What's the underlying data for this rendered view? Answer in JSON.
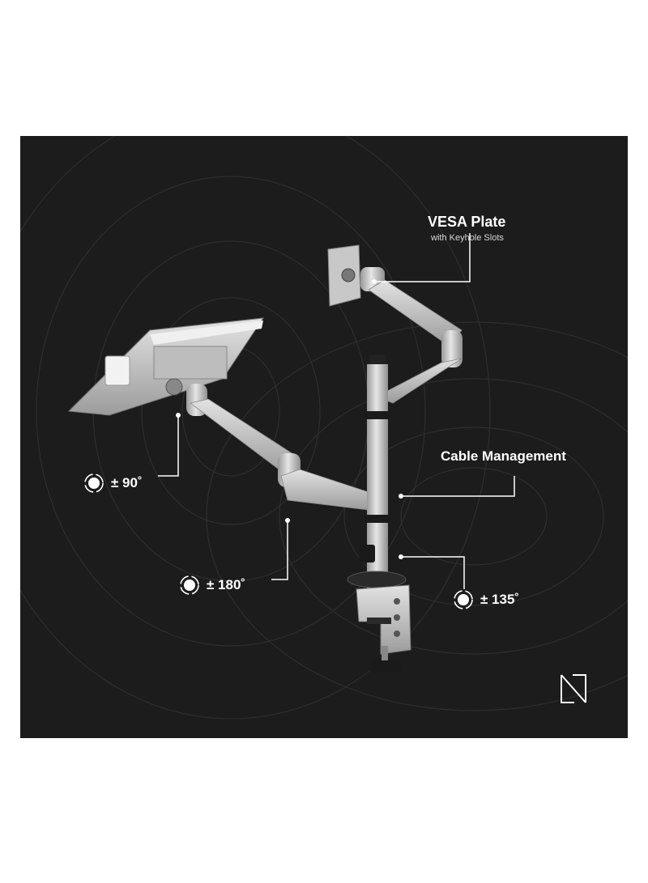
{
  "labels": {
    "vesa_title": "VESA Plate",
    "vesa_subtitle": "with Keyhole Slots",
    "cable_title": "Cable Management"
  },
  "rotations": {
    "left_arm": "± 90˚",
    "lower_arm": "± 180˚",
    "base": "± 135˚"
  },
  "colors": {
    "background": "#1c1c1c",
    "metal": "#c9c9c9",
    "callout": "#ffffff"
  },
  "icons": [
    "rotate-icon",
    "brand-logo-icon"
  ]
}
